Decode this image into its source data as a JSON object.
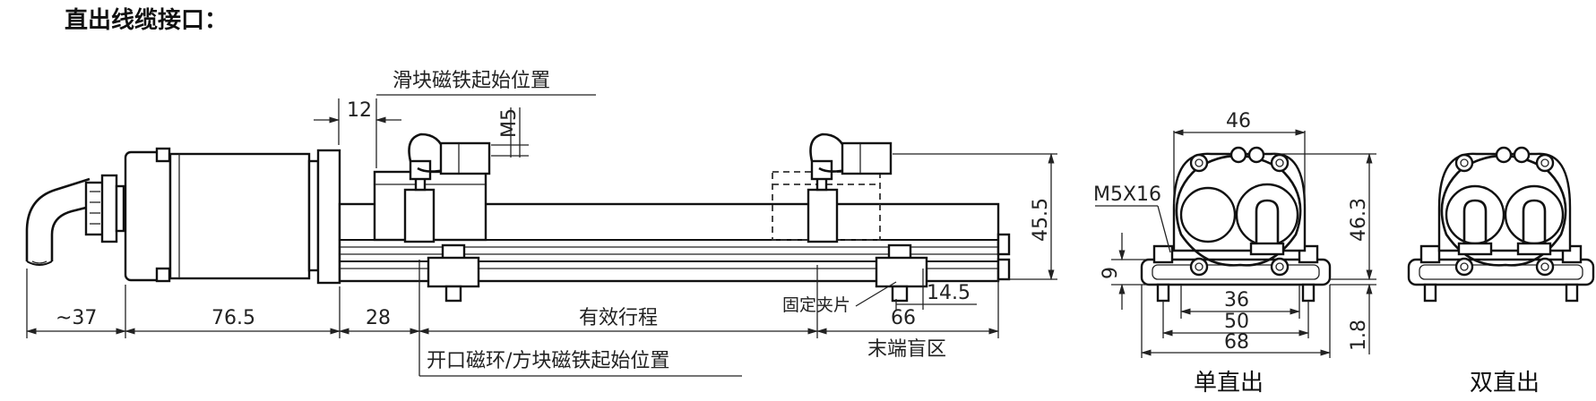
{
  "title": "直出线缆接口：",
  "side_view": {
    "labels": {
      "slider_start": "滑块磁铁起始位置",
      "magnet_start": "开口磁环/方块磁铁起始位置",
      "clamp": "固定夹片",
      "stroke": "有效行程",
      "end_zone": "末端盲区"
    },
    "dims": {
      "d12": "12",
      "m5": "M5",
      "h455": "45.5",
      "d37": "~37",
      "d765": "76.5",
      "d28": "28",
      "d66": "66",
      "d145": "14.5"
    }
  },
  "end_views": {
    "single": {
      "caption": "单直出",
      "dims": {
        "w46": "46",
        "h463": "46.3",
        "screw": "M5X16",
        "h9": "9",
        "w36": "36",
        "w50": "50",
        "w68": "68",
        "h18": "1.8"
      }
    },
    "double": {
      "caption": "双直出"
    }
  }
}
